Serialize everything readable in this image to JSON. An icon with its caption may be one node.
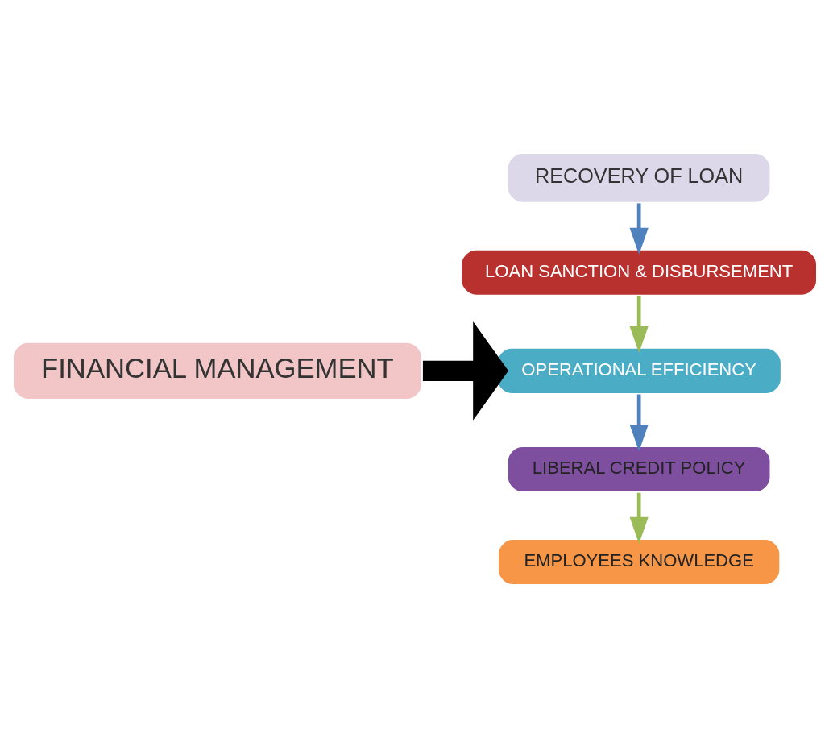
{
  "diagram": {
    "nodes": [
      {
        "text": [
          "FINANCIAL MANAGEMENT"
        ]
      },
      {
        "text": [
          "RECOVERY OF LOAN"
        ]
      },
      {
        "text": [
          "LOAN SANCTION & DISBURSEMENT"
        ]
      },
      {
        "text": [
          "OPERATIONAL EFFICIENCY"
        ]
      },
      {
        "text": [
          "LIBERAL CREDIT POLICY"
        ]
      },
      {
        "text": [
          "EMPLOYEES KNOWLEDGE"
        ]
      }
    ],
    "edges": [
      {
        "from": 1,
        "to": 2,
        "arrow": "to",
        "color": "#4f81bd"
      },
      {
        "from": 2,
        "to": 3,
        "arrow": "to",
        "color": "#9bbb59"
      },
      {
        "from": 3,
        "to": 4,
        "arrow": "to",
        "color": "#4f81bd"
      },
      {
        "from": 4,
        "to": 5,
        "arrow": "to",
        "color": "#9bbb59"
      },
      {
        "from": 0,
        "to": 3,
        "arrow": "to",
        "style": "thick",
        "color": "#000000"
      }
    ]
  }
}
